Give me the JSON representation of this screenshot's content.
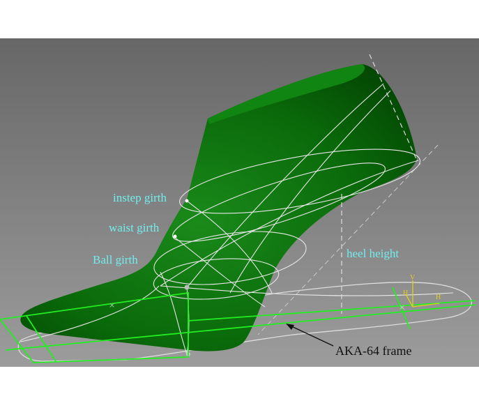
{
  "figure": {
    "labels": {
      "instep_girth": "instep girth",
      "waist_girth": "waist girth",
      "ball_girth": "Ball girth",
      "heel_height": "heel height",
      "frame": "AKA-64 frame"
    },
    "axis_markers": {
      "v": "V",
      "h1": "H",
      "h2": "H"
    },
    "colors": {
      "background_top": "#676767",
      "background_bottom": "#9c9c9c",
      "last_body": "#0b6e0b",
      "wireframe": "#e6e6e6",
      "frame": "#22ee22",
      "axes": "#e0d020",
      "label": "#72ecec"
    }
  }
}
